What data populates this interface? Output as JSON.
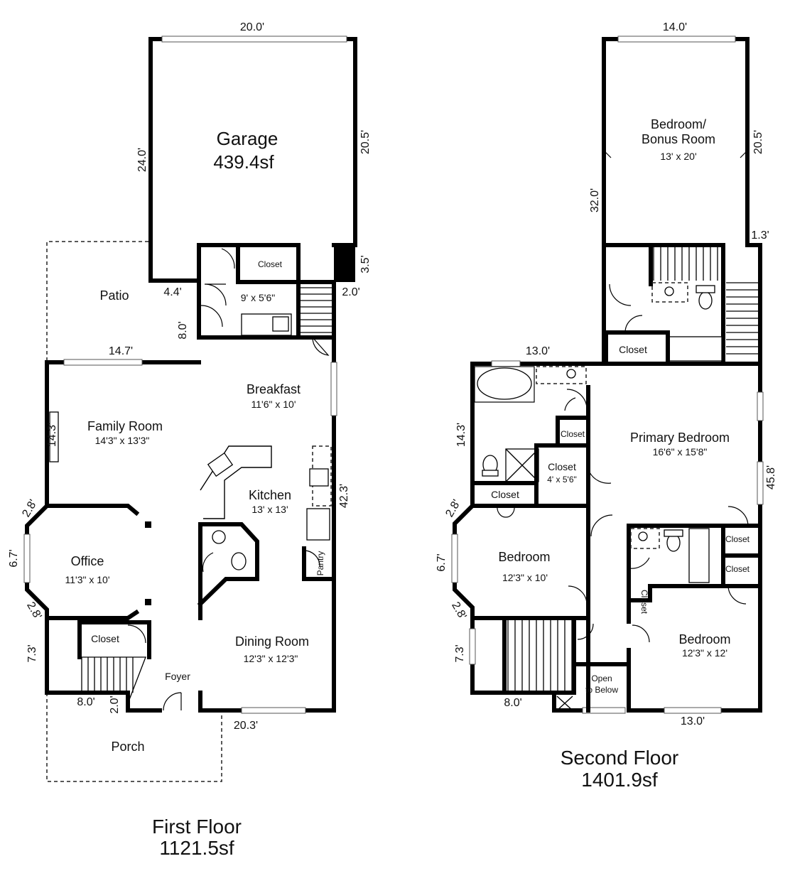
{
  "first_floor": {
    "title": "First Floor",
    "area": "1121.5sf",
    "rooms": {
      "garage": {
        "name": "Garage",
        "area": "439.4sf"
      },
      "patio": {
        "name": "Patio"
      },
      "laundry": {
        "size": "9' x 5'6\""
      },
      "closet_top": {
        "name": "Closet"
      },
      "family_room": {
        "name": "Family Room",
        "size": "14'3\" x 13'3\""
      },
      "breakfast": {
        "name": "Breakfast",
        "size": "11'6\" x 10'"
      },
      "kitchen": {
        "name": "Kitchen",
        "size": "13' x 13'"
      },
      "pantry": {
        "name": "Pantry"
      },
      "office": {
        "name": "Office",
        "size": "11'3\" x 10'"
      },
      "dining_room": {
        "name": "Dining Room",
        "size": "12'3\" x 12'3\""
      },
      "closet_foyer": {
        "name": "Closet"
      },
      "foyer": {
        "name": "Foyer"
      },
      "porch": {
        "name": "Porch"
      }
    },
    "dimensions": {
      "garage_width": "20.0'",
      "garage_depth": "24.0'",
      "garage_right": "20.5'",
      "right_small": "3.5'",
      "notch": "4.4'",
      "step": "2.0'",
      "patio_side": "8.0'",
      "patio_width": "14.7'",
      "family_left": "14.3'",
      "bay_top": "2.8'",
      "bay_mid": "6.7'",
      "bay_bottom": "2.8'",
      "stair_left": "7.3'",
      "bottom_left": "8.0'",
      "bottom_step": "2.0'",
      "bottom_width": "20.3'",
      "right_depth": "42.3'"
    }
  },
  "second_floor": {
    "title": "Second Floor",
    "area": "1401.9sf",
    "rooms": {
      "bonus": {
        "name_line1": "Bedroom/",
        "name_line2": "Bonus Room",
        "size": "13' x 20'"
      },
      "closet_hall": {
        "name": "Closet"
      },
      "primary": {
        "name": "Primary Bedroom",
        "size": "16'6\" x 15'8\""
      },
      "closet_small": {
        "name": "Closet"
      },
      "closet_walkin": {
        "name": "Closet",
        "size": "4' x 5'6\""
      },
      "closet_bath": {
        "name": "Closet"
      },
      "bedroom_left": {
        "name": "Bedroom",
        "size": "12'3\" x 10'"
      },
      "closet_r1": {
        "name": "Closet"
      },
      "closet_r2": {
        "name": "Closet"
      },
      "closet_v": {
        "name": "Closet"
      },
      "bedroom_right": {
        "name": "Bedroom",
        "size": "12'3\" x 12'"
      },
      "open_below": {
        "line1": "Open",
        "line2": "to Below"
      }
    },
    "dimensions": {
      "bonus_width": "14.0'",
      "bonus_left": "32.0'",
      "bonus_right": "20.5'",
      "small_right": "1.3'",
      "bath_top": "13.0'",
      "left_side": "14.3'",
      "right_side": "45.8'",
      "bay_top": "2.8'",
      "bay_mid": "6.7'",
      "bay_bottom": "2.8'",
      "stair_left": "7.3'",
      "bottom_left": "8.0'",
      "bottom_right": "13.0'"
    }
  }
}
